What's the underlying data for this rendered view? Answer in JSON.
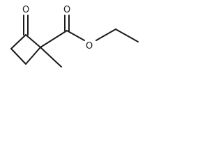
{
  "atom_labels": {
    "ketone_oxygen": "O",
    "carbonyl_oxygen": "O",
    "ester_oxygen": "O"
  }
}
